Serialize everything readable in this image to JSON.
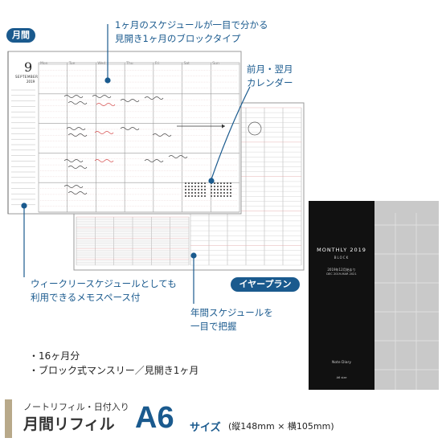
{
  "badges": {
    "monthly": "月間",
    "yearly": "イヤープラン"
  },
  "callouts": {
    "block_type": "1ヶ月のスケジュールが一目で分かる\n見開き1ヶ月のブロックタイプ",
    "calendar": "前月・翌月\nカレンダー",
    "weekly_memo": "ウィークリースケジュールとしても\n利用できるメモスペース付",
    "year_schedule": "年間スケジュールを\n一目で把握"
  },
  "monthly_page": {
    "month_number": "9",
    "month_name": "SEPTEMBER",
    "year": "2019",
    "weekdays": [
      "Mon",
      "Tue",
      "Wed",
      "Thu",
      "Fri",
      "Sat",
      "Sun"
    ]
  },
  "features": [
    "・16ヶ月分",
    "・ブロック式マンスリー／見開き1ヶ月"
  ],
  "cover": {
    "title": "MONTHLY 2019",
    "subtitle": "BLOCK",
    "range_line1": "2019年12月始まり",
    "range_line2": "DEC 2019-MAR 2021",
    "brand": "Note Diary",
    "size": "A6 size"
  },
  "footer": {
    "tagline": "ノートリフィル・日付入り",
    "product": "月間リフィル",
    "size_code": "A6",
    "size_word": "サイズ",
    "dimensions": "(縦148mm × 横105mm)"
  },
  "colors": {
    "accent": "#1a5a8e",
    "cover_dark": "#111111",
    "footer_bar": "#b8a98a",
    "today_red": "#d64b4b"
  }
}
